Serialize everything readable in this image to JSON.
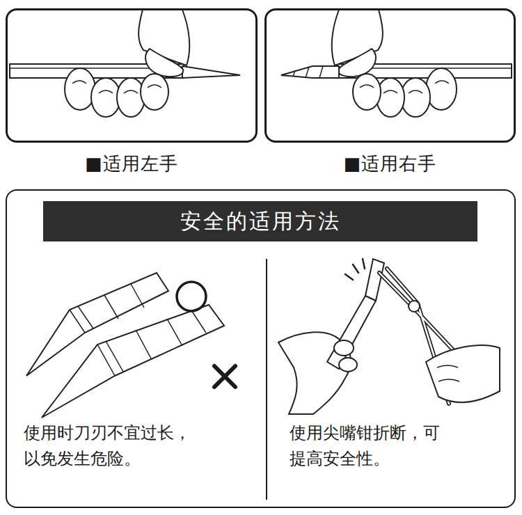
{
  "diagram": {
    "nodes": [
      {
        "text": [
          "■适用左手"
        ]
      },
      {
        "text": [
          "■适用右手"
        ]
      },
      {
        "text": [
          "安全的适用方法"
        ]
      },
      {
        "text": [
          "使用时刀刃不宜过长， 以免发生危险。"
        ],
        "in": 2
      },
      {
        "text": [
          "使用尖嘴钳折断，可 提高安全性。"
        ],
        "in": 2
      }
    ]
  }
}
